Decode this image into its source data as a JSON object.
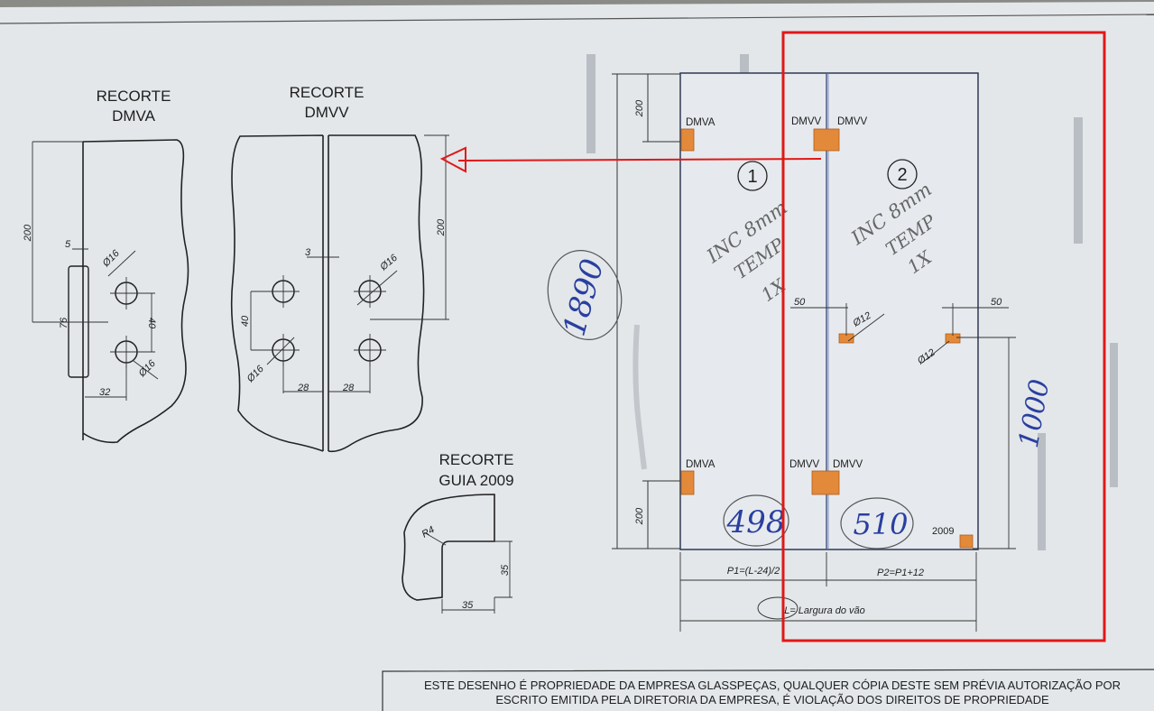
{
  "left_cutouts": {
    "dmva": {
      "title_line1": "RECORTE",
      "title_line2": "DMVA",
      "dims": {
        "d200": "200",
        "d5": "5",
        "d16a": "Ø16",
        "d16b": "Ø16",
        "d76": "76",
        "d40": "40",
        "d32": "32"
      }
    },
    "dmvv": {
      "title_line1": "RECORTE",
      "title_line2": "DMVV",
      "dims": {
        "d3": "3",
        "d16a": "Ø16",
        "d16b": "Ø16",
        "d200": "200",
        "d40": "40",
        "d28a": "28",
        "d28b": "28"
      }
    },
    "guia": {
      "title_line1": "RECORTE",
      "title_line2": "GUIA 2009",
      "dims": {
        "r4": "R4",
        "d35a": "35",
        "d35b": "35"
      }
    }
  },
  "elevation": {
    "height_top_200": "200",
    "height_bottom_200": "200",
    "panel1_number": "1",
    "panel2_number": "2",
    "labels": {
      "dmva_top": "DMVA",
      "dmva_bottom": "DMVA",
      "dmvv_top_left": "DMVV",
      "dmvv_top_right": "DMVV",
      "dmvv_bottom_left": "DMVV",
      "dmvv_bottom_right": "DMVV",
      "guia": "2009"
    },
    "dims": {
      "d50_left": "50",
      "d50_right": "50",
      "phi12_left": "Ø12",
      "phi12_right": "Ø12",
      "p1": "P1=(L-24)/2",
      "p2": "P2=P1+12",
      "l": "L= Largura do vão"
    }
  },
  "handwriting": {
    "h1890": "1890",
    "w498": "498",
    "w510": "510",
    "h1000": "1000",
    "note1_line1": "INC 8mm",
    "note1_line2": "TEMP",
    "note1_line3": "1X",
    "note2_line1": "INC 8mm",
    "note2_line2": "TEMP",
    "note2_line3": "1X"
  },
  "footer": {
    "line1": "ESTE DESENHO É PROPRIEDADE DA EMPRESA GLASSPEÇAS, QUALQUER CÓPIA DESTE SEM PRÉVIA AUTORIZAÇÃO POR",
    "line2": "ESCRITO EMITIDA PELA DIRETORIA DA EMPRESA, É VIOLAÇÃO DOS DIREITOS DE PROPRIEDADE"
  },
  "colors": {
    "paper": "#e4e8ec",
    "ink": "#1e1e1e",
    "annotation_red": "#e01818",
    "hardware_orange": "#e08a3a",
    "pen_blue": "#2a3fa0",
    "pencil": "#707070"
  }
}
